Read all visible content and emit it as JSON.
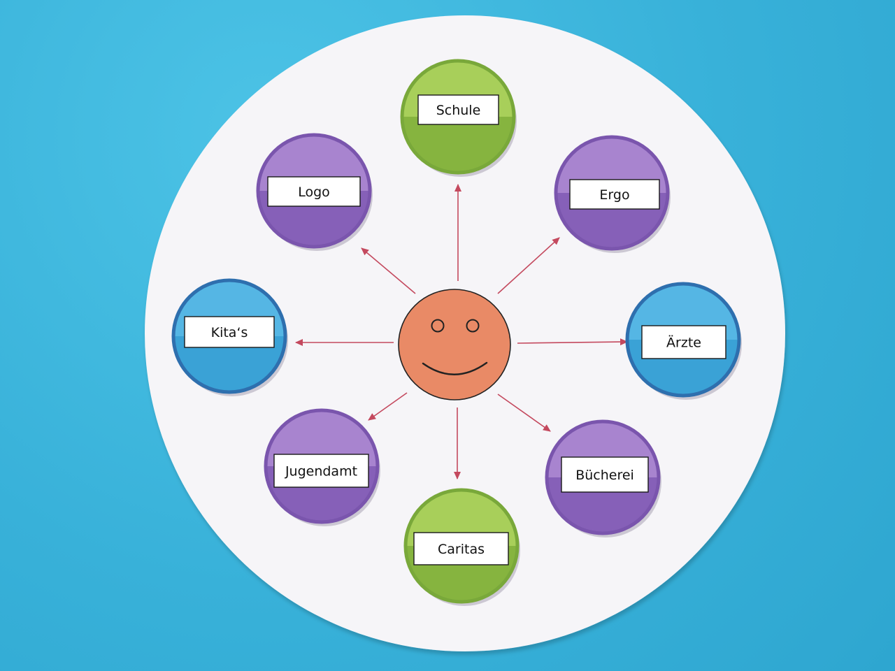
{
  "diagram": {
    "center": {
      "icon": "smiley-face-icon",
      "color": "#e98a66"
    },
    "nodes": [
      {
        "id": "schule",
        "label": "Schule",
        "color": "green"
      },
      {
        "id": "ergo",
        "label": "Ergo",
        "color": "purple"
      },
      {
        "id": "aerzte",
        "label": "Ärzte",
        "color": "blue"
      },
      {
        "id": "buecherei",
        "label": "Bücherei",
        "color": "purple"
      },
      {
        "id": "caritas",
        "label": "Caritas",
        "color": "green"
      },
      {
        "id": "jugendamt",
        "label": "Jugendamt",
        "color": "purple"
      },
      {
        "id": "kitas",
        "label": "Kita‘s",
        "color": "blue"
      },
      {
        "id": "logo",
        "label": "Logo",
        "color": "purple"
      }
    ],
    "palette": {
      "green": {
        "top": "#a8cf5a",
        "bottom": "#86b43f",
        "ring": "#79a83a"
      },
      "purple": {
        "top": "#a884cf",
        "bottom": "#8660b8",
        "ring": "#7a55ad"
      },
      "blue": {
        "top": "#55b6e4",
        "bottom": "#3aa2d6",
        "ring": "#2e6fae"
      },
      "arrow": "#c4495e",
      "disc": "#f6f5f8"
    }
  }
}
